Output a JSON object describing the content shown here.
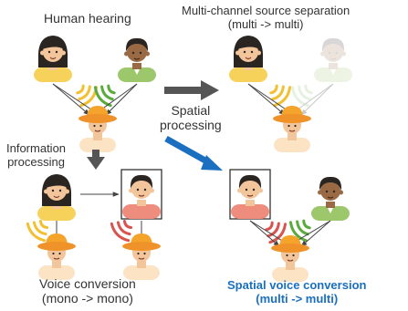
{
  "labels": {
    "human_hearing": "Human hearing",
    "separation_line1": "Multi-channel source separation",
    "separation_line2": "(multi -> multi)",
    "spatial_processing_line1": "Spatial",
    "spatial_processing_line2": "processing",
    "information_processing_line1": "Information",
    "information_processing_line2": "processing",
    "voice_conversion_line1": "Voice conversion",
    "voice_conversion_line2": "(mono -> mono)",
    "spatial_voice_conversion_line1": "Spatial voice conversion",
    "spatial_voice_conversion_line2": "(multi -> multi)"
  },
  "colors": {
    "text": "#333333",
    "highlight_blue": "#1a6fc0",
    "arrow_gray": "#555555",
    "arrow_blue": "#1a6fc0",
    "wave_yellow": "#f2c031",
    "wave_green": "#5aaa3c",
    "wave_red": "#d9534f",
    "skin": "#f3c59a",
    "hair_dark": "#2b2522",
    "shirt_yellow": "#f6d25a",
    "shirt_green": "#9dc76b",
    "shirt_red": "#ee8c7e",
    "hat_orange": "#f4a42a"
  },
  "icons": [
    "woman-speaker-icon",
    "man-speaker-icon",
    "listener-with-hat-icon",
    "sound-wave-icon",
    "framed-portrait-icon"
  ]
}
